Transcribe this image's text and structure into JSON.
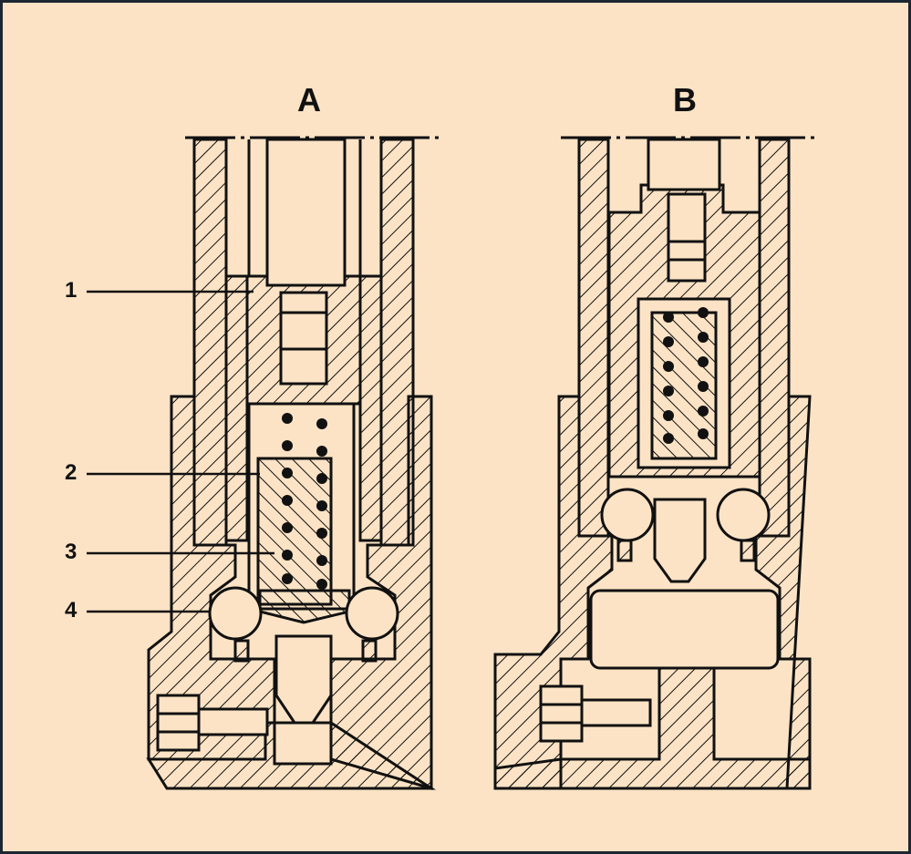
{
  "colors": {
    "background": "#fce3c5",
    "border": "#1d2733",
    "ink": "#111111"
  },
  "views": [
    {
      "label": "A"
    },
    {
      "label": "B"
    }
  ],
  "callouts": [
    "1",
    "2",
    "3",
    "4"
  ]
}
